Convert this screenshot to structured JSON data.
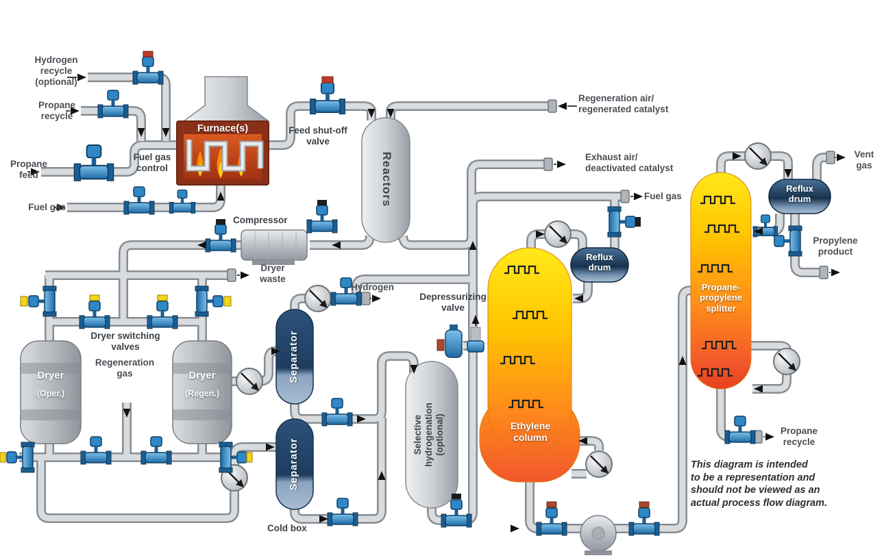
{
  "labels": {
    "streams": {
      "hydrogen_recycle": "Hydrogen\nrecycle\n(optional)",
      "propane_recycle_in": "Propane\nrecycle",
      "propane_feed": "Propane\nfeed",
      "fuel_gas_in": "Fuel gas",
      "regeneration_air": "Regeneration air/\nregenerated catalyst",
      "exhaust_air": "Exhaust air/\ndeactivated catalyst",
      "fuel_gas_out": "Fuel gas",
      "dryer_waste": "Dryer\nwaste",
      "regeneration_gas": "Regeneration\ngas",
      "hydrogen": "Hydrogen",
      "vent_gas": "Vent\ngas",
      "propylene_product": "Propylene\nproduct",
      "propane_recycle_out": "Propane\nrecycle"
    },
    "equipment": {
      "fuel_gas_control": "Fuel gas\ncontrol",
      "furnace": "Furnace(s)",
      "feed_shutoff_valve": "Feed shut-off\nvalve",
      "reactors": "Reactors",
      "compressor": "Compressor",
      "dryer_switching_valves": "Dryer switching\nvalves",
      "dryer_1_title": "Dryer",
      "dryer_1_sub": "(Oper.)",
      "dryer_2_title": "Dryer",
      "dryer_2_sub": "(Regen.)",
      "separator_1": "Separator",
      "separator_2": "Separator",
      "selective_hydrogenation": "Selective\nhydrogenation\n(optional)",
      "cold_box": "Cold box",
      "depressurizing_valve": "Depressurizing\nvalve",
      "ethylene_column": "Ethylene\ncolumn",
      "reflux_drum_1": "Reflux\ndrum",
      "reflux_drum_2": "Reflux\ndrum",
      "propane_propylene_splitter": "Propane-\npropylene\nsplitter"
    },
    "note": "This diagram is intended\nto be a representation and\nshould not be viewed as an\nactual process flow diagram."
  },
  "colors": {
    "pipe": "#d9dcdf",
    "pipe_outline": "#878d92",
    "valve_blue": "#2f87c6",
    "column_top": "#ffe819",
    "column_bottom": "#f2572b",
    "vessel_navy": "#1e3c60",
    "metal_gray": "#c9cdd1",
    "flame_orange": "#ff8c00",
    "cap_yellow": "#f2d41c",
    "cap_red": "#c0392b"
  }
}
